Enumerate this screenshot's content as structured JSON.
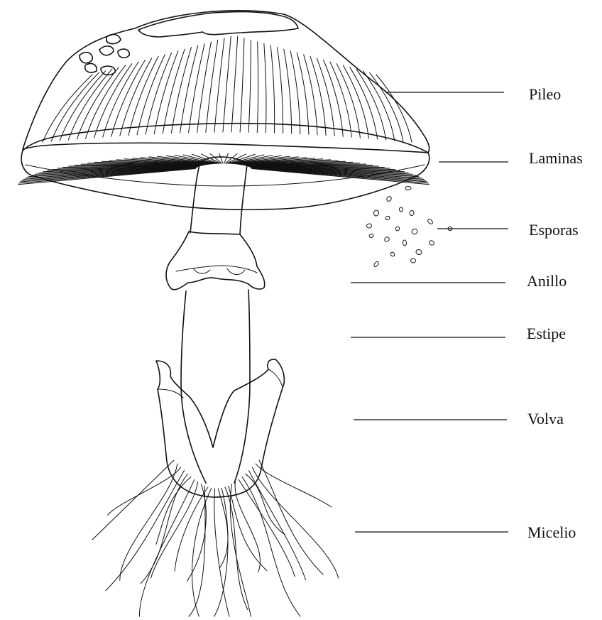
{
  "diagram": {
    "labels": [
      {
        "id": "pileo",
        "text": "Pileo"
      },
      {
        "id": "laminas",
        "text": "Laminas"
      },
      {
        "id": "esporas",
        "text": "Esporas"
      },
      {
        "id": "anillo",
        "text": "Anillo"
      },
      {
        "id": "estipe",
        "text": "Estipe"
      },
      {
        "id": "volva",
        "text": "Volva"
      },
      {
        "id": "micelio",
        "text": "Micelio"
      }
    ]
  },
  "colors": {
    "ink": "#111111",
    "background": "#ffffff"
  }
}
